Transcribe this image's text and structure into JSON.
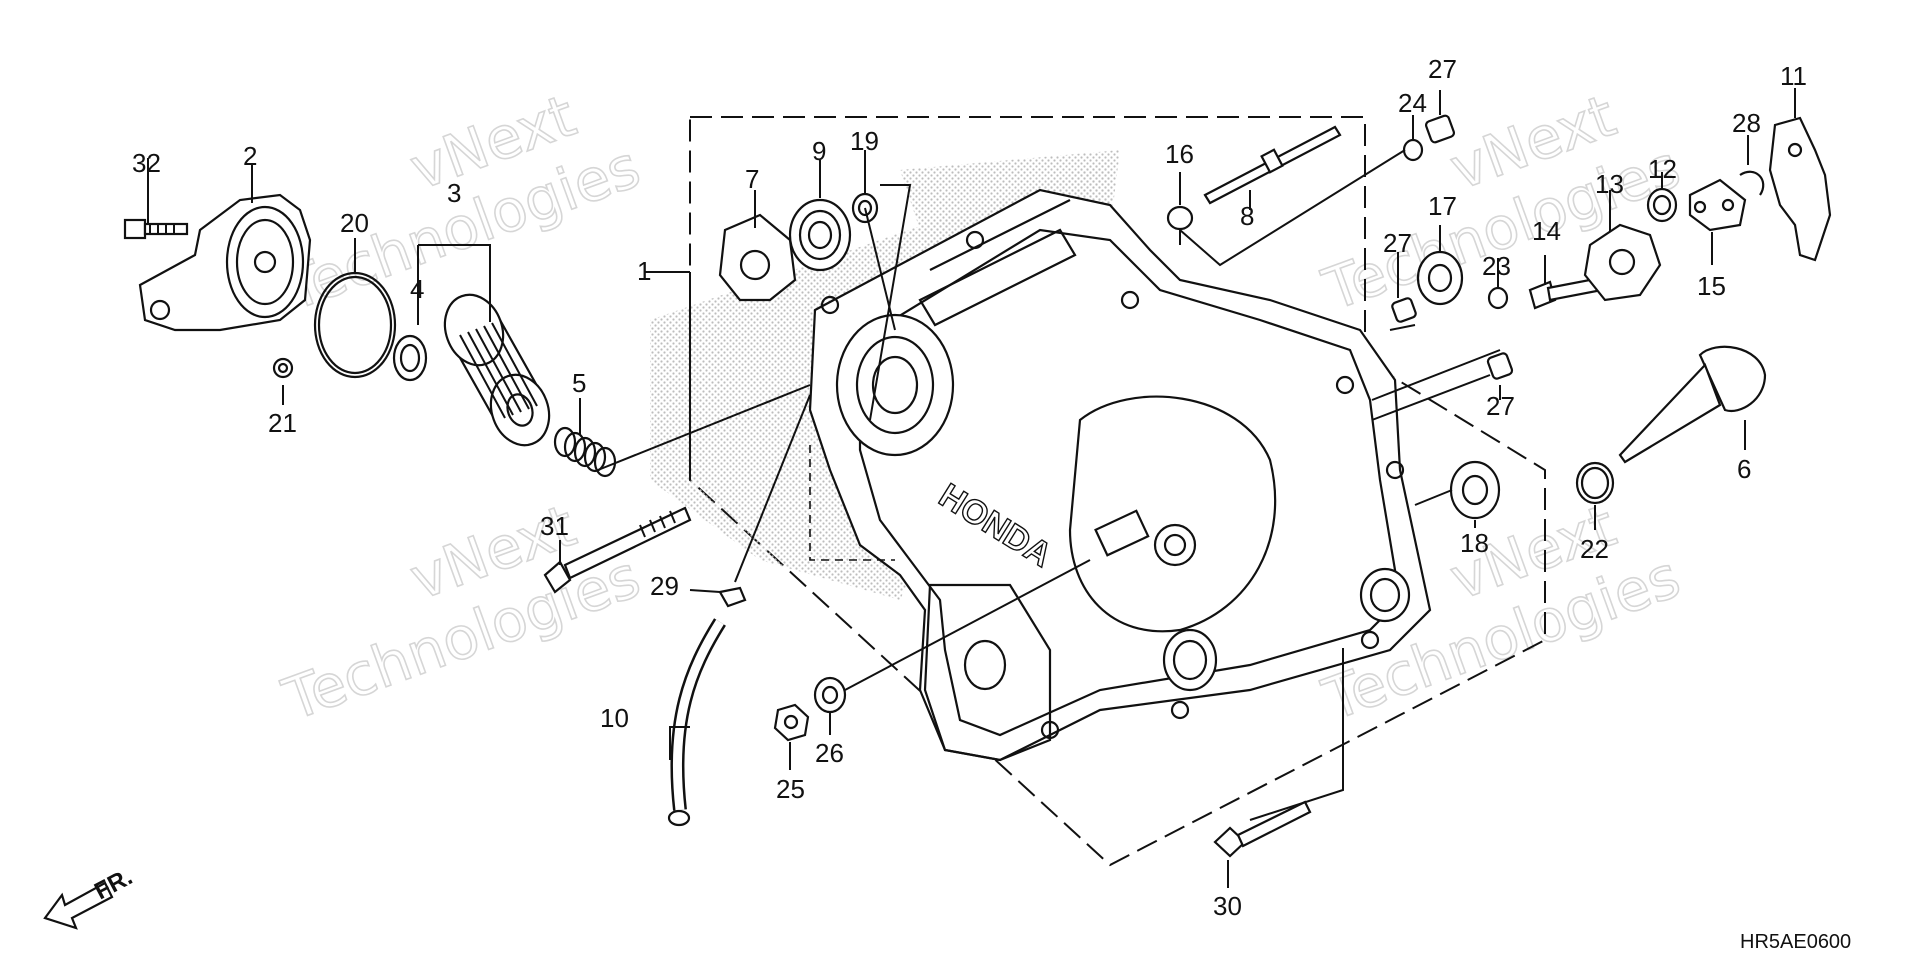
{
  "diagram": {
    "code": "HR5AE0600",
    "front_indicator": "FR.",
    "watermark": {
      "line1": "vNext",
      "line2": "Technologies"
    },
    "callouts": [
      "1",
      "2",
      "3",
      "4",
      "5",
      "6",
      "7",
      "8",
      "9",
      "10",
      "11",
      "12",
      "13",
      "14",
      "15",
      "16",
      "17",
      "18",
      "19",
      "20",
      "21",
      "22",
      "23",
      "24",
      "25",
      "26",
      "27",
      "28",
      "29",
      "30",
      "31",
      "32"
    ]
  }
}
